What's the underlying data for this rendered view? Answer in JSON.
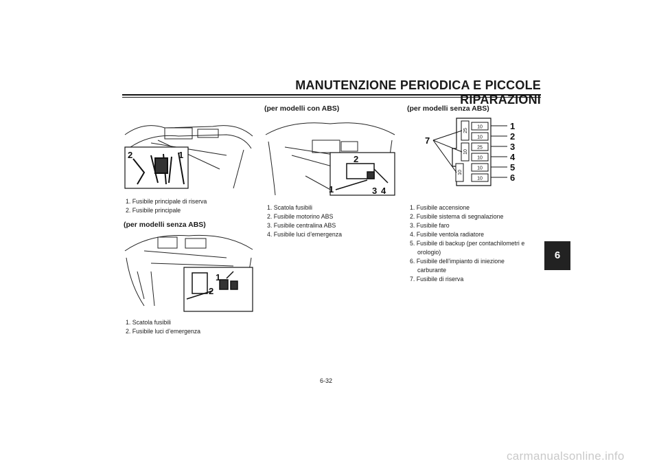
{
  "header": {
    "title": "MANUTENZIONE PERIODICA E PICCOLE RIPARAZIONI"
  },
  "tab": {
    "chapter": "6"
  },
  "figure1": {
    "callouts": [
      "2",
      "1"
    ],
    "list": [
      "1. Fusibile principale di riserva",
      "2. Fusibile principale"
    ]
  },
  "figure2": {
    "heading": "(per modelli senza ABS)",
    "callouts": [
      "1",
      "2"
    ],
    "list": [
      "1. Scatola fusibili",
      "2. Fusibile luci d’emergenza"
    ]
  },
  "figure3": {
    "heading": "(per modelli con ABS)",
    "callouts": [
      "2",
      "1",
      "3",
      "4"
    ],
    "list": [
      "1. Scatola fusibili",
      "2. Fusibile motorino ABS",
      "3. Fusibile centralina ABS",
      "4. Fusibile luci d’emergenza"
    ]
  },
  "figure4": {
    "heading": "(per modelli senza ABS)",
    "callouts": [
      "1",
      "2",
      "3",
      "4",
      "5",
      "6",
      "7"
    ],
    "fuse_ratings": [
      "10",
      "10",
      "25",
      "10",
      "10",
      "10"
    ],
    "spare_ratings": [
      "25",
      "10",
      "10"
    ],
    "list": [
      "1. Fusibile accensione",
      "2. Fusibile sistema di segnalazione",
      "3. Fusibile faro",
      "4. Fusibile ventola radiatore",
      "5. Fusibile di backup (per contachilometri e",
      "orologio)",
      "6. Fusibile dell’impianto di iniezione",
      "carburante",
      "7. Fusibile di riserva"
    ]
  },
  "footer": {
    "page_number": "6-32",
    "watermark": "carmanualsonline.info"
  }
}
